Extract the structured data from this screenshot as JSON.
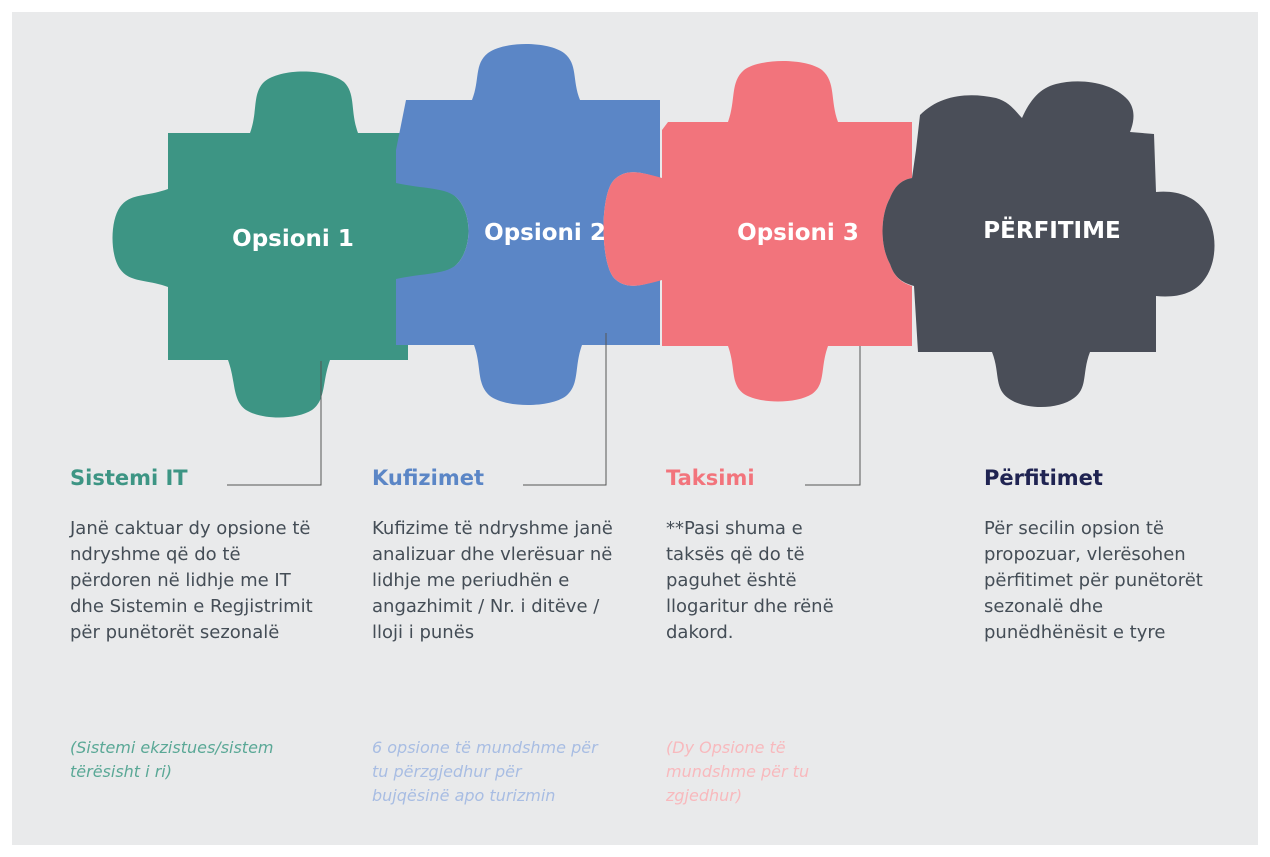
{
  "colors": {
    "background": "#e9eaeb",
    "green": "#3d9584",
    "blue": "#5b86c6",
    "red": "#f2747c",
    "dark": "#4a4e58",
    "navy": "#202452",
    "body_text": "#444d56",
    "connector": "#555555"
  },
  "pieces": [
    {
      "label": "Opsioni 1",
      "color": "green"
    },
    {
      "label": "Opsioni 2",
      "color": "blue"
    },
    {
      "label": "Opsioni 3",
      "color": "red"
    },
    {
      "label": "PËRFITIME",
      "color": "dark"
    }
  ],
  "columns": [
    {
      "title": "Sistemi IT",
      "body": "Janë caktuar dy opsione të ndryshme që do të përdoren në lidhje me IT dhe Sistemin e Regjistrimit për punëtorët sezonalë",
      "note": "(Sistemi ekzistues/sistem tërësisht i ri)"
    },
    {
      "title": "Kufizimet",
      "body": "Kufizime të ndryshme janë analizuar dhe vlerësuar në lidhje me periudhën e angazhimit / Nr. i ditëve / lloji i punës",
      "note": "6 opsione të mundshme për tu përzgjedhur për bujqësinë apo turizmin"
    },
    {
      "title": "Taksimi",
      "body": "**Pasi shuma e taksës që do të paguhet është llogaritur dhe rënë dakord.",
      "note": "(Dy Opsione të mundshme për tu zgjedhur)"
    },
    {
      "title": "Përfitimet",
      "body": "Për secilin opsion të propozuar, vlerësohen përfitimet për punëtorët sezonalë dhe punëdhënësit e tyre"
    }
  ]
}
